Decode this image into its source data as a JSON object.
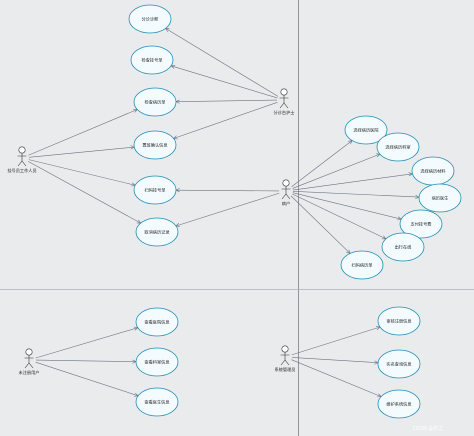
{
  "colors": {
    "background": "#e9ebed",
    "ellipse_fill": "#f4fbfe",
    "ellipse_stroke": "#1f8fb4",
    "line": "#6a7480",
    "divider": "#8e959c",
    "actor_fill": "#ffffff"
  },
  "actors": [
    {
      "id": "registrar",
      "label": "挂号员工作人员"
    },
    {
      "id": "nurse",
      "label": "分诊台护士"
    },
    {
      "id": "patient",
      "label": "病户"
    },
    {
      "id": "unregistered",
      "label": "未注册用户"
    },
    {
      "id": "admin",
      "label": "系统管理员"
    }
  ],
  "use_cases": [
    {
      "id": "uc1",
      "label": "分诊诊断"
    },
    {
      "id": "uc2",
      "label": "检查挂号单"
    },
    {
      "id": "uc3",
      "label": "检查病历单"
    },
    {
      "id": "uc4",
      "label": "置班确认信息"
    },
    {
      "id": "uc5",
      "label": "扫码挂号单"
    },
    {
      "id": "uc6",
      "label": "取消病历记录"
    },
    {
      "id": "uc7",
      "label": "选择病历医院"
    },
    {
      "id": "uc8",
      "label": "选择病历科室"
    },
    {
      "id": "uc9",
      "label": "选择病历材料"
    },
    {
      "id": "uc10",
      "label": "病历医生"
    },
    {
      "id": "uc11",
      "label": "支付挂号费"
    },
    {
      "id": "uc12",
      "label": "出行在线"
    },
    {
      "id": "uc13",
      "label": "扫码病历单"
    },
    {
      "id": "uc14",
      "label": "查看医院信息"
    },
    {
      "id": "uc15",
      "label": "查看科室信息"
    },
    {
      "id": "uc16",
      "label": "查看医生信息"
    },
    {
      "id": "uc17",
      "label": "审核注册信息"
    },
    {
      "id": "uc18",
      "label": "实名查询信息"
    },
    {
      "id": "uc19",
      "label": "维护系统信息"
    }
  ],
  "associations": [
    [
      "nurse",
      "uc1"
    ],
    [
      "nurse",
      "uc2"
    ],
    [
      "nurse",
      "uc3"
    ],
    [
      "nurse",
      "uc4"
    ],
    [
      "registrar",
      "uc3"
    ],
    [
      "registrar",
      "uc4"
    ],
    [
      "registrar",
      "uc5"
    ],
    [
      "registrar",
      "uc6"
    ],
    [
      "patient",
      "uc5"
    ],
    [
      "patient",
      "uc6"
    ],
    [
      "patient",
      "uc7"
    ],
    [
      "patient",
      "uc8"
    ],
    [
      "patient",
      "uc9"
    ],
    [
      "patient",
      "uc10"
    ],
    [
      "patient",
      "uc11"
    ],
    [
      "patient",
      "uc12"
    ],
    [
      "patient",
      "uc13"
    ],
    [
      "unregistered",
      "uc14"
    ],
    [
      "unregistered",
      "uc15"
    ],
    [
      "unregistered",
      "uc16"
    ],
    [
      "admin",
      "uc17"
    ],
    [
      "admin",
      "uc18"
    ],
    [
      "admin",
      "uc19"
    ]
  ],
  "watermark": "CSDN @於之"
}
